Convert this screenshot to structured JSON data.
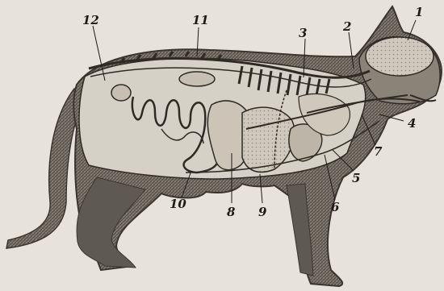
{
  "figure": {
    "callouts": [
      {
        "id": "c1",
        "label": "1"
      },
      {
        "id": "c2",
        "label": "2"
      },
      {
        "id": "c3",
        "label": "3"
      },
      {
        "id": "c4",
        "label": "4"
      },
      {
        "id": "c5",
        "label": "5"
      },
      {
        "id": "c6",
        "label": "6"
      },
      {
        "id": "c7",
        "label": "7"
      },
      {
        "id": "c8",
        "label": "8"
      },
      {
        "id": "c9",
        "label": "9"
      },
      {
        "id": "c10",
        "label": "10"
      },
      {
        "id": "c11",
        "label": "11"
      },
      {
        "id": "c12",
        "label": "12"
      }
    ],
    "colors": {
      "paper": "#e7e3da",
      "ink": "#1e1b17",
      "fur": "#6c665c",
      "organ": "#d6d1c6"
    }
  }
}
